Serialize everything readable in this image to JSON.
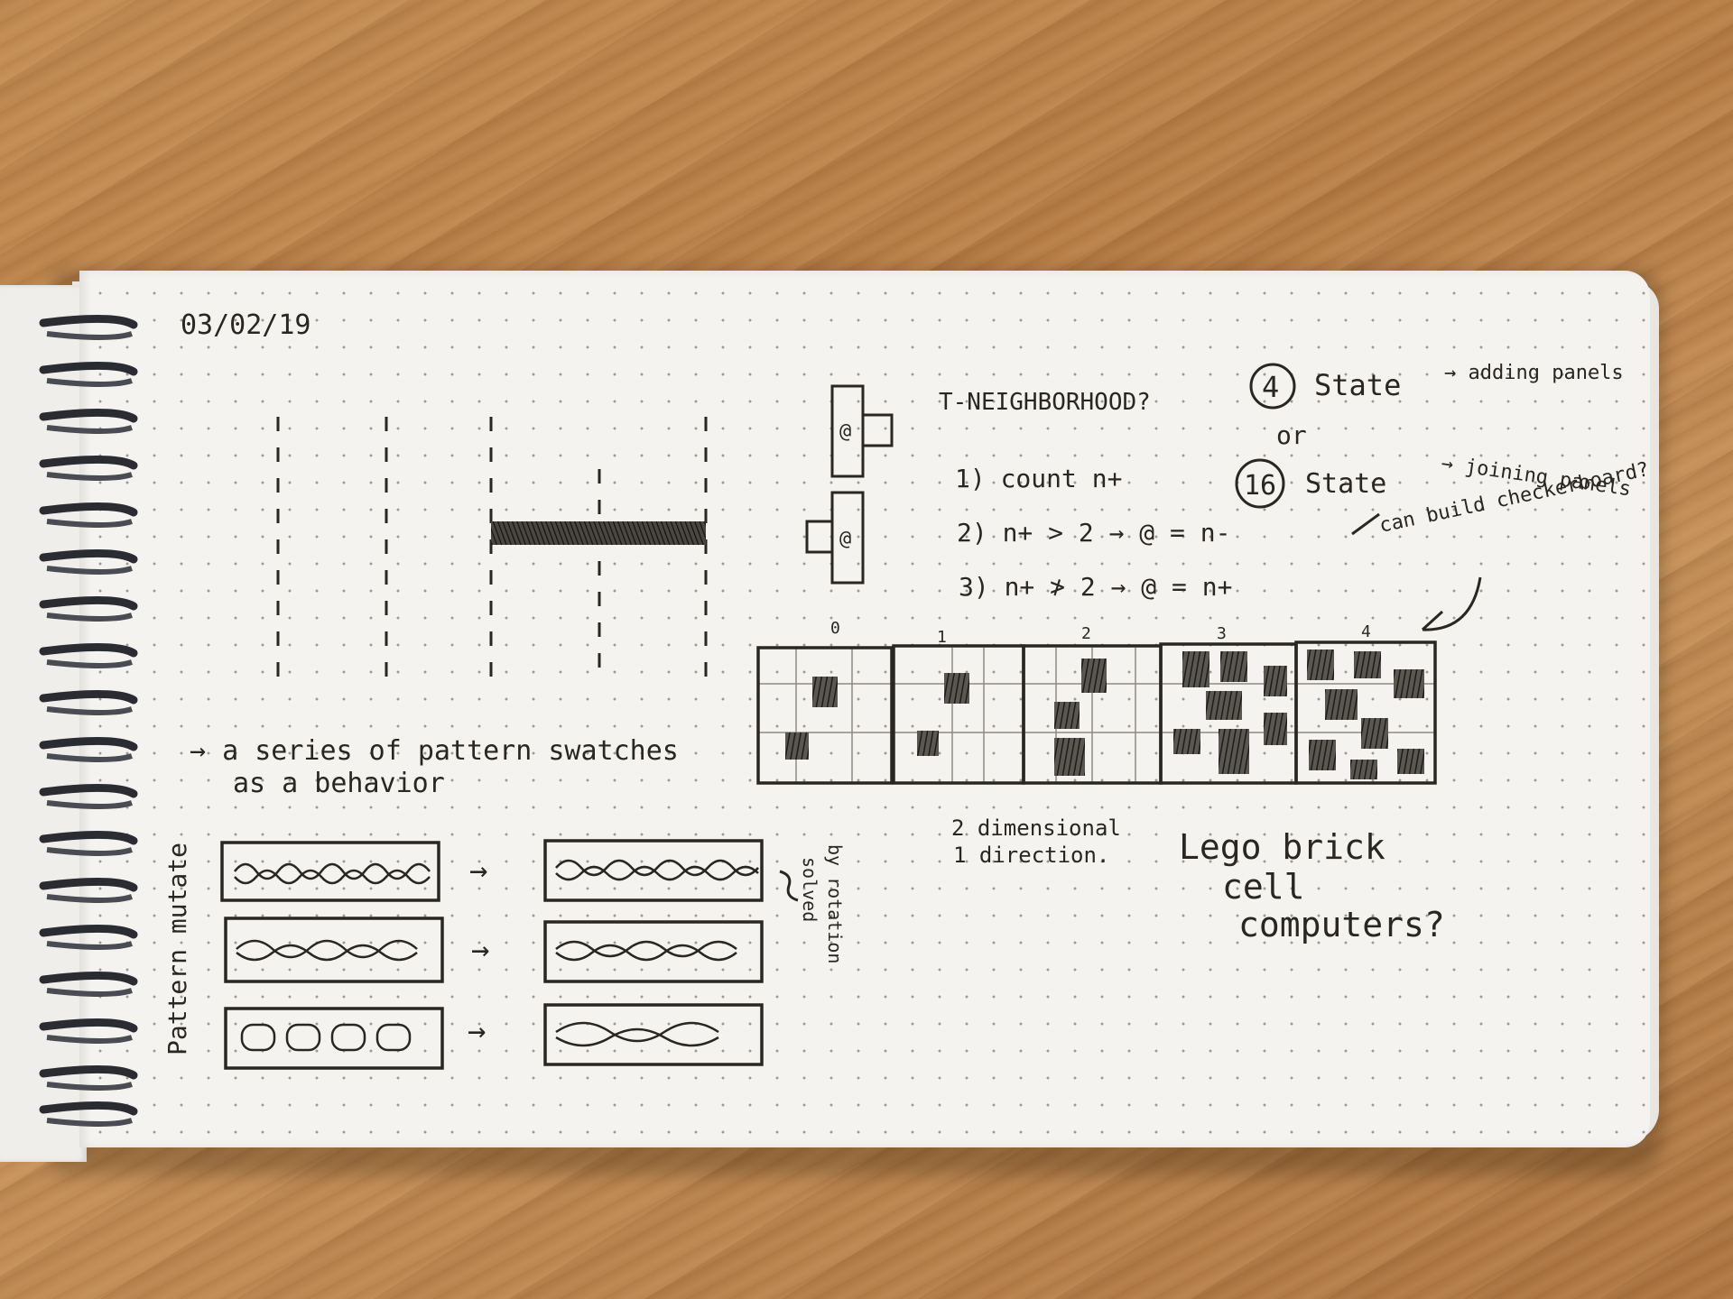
{
  "notebook": {
    "date": "03/02/19",
    "heading": "T-NEIGHBORHOOD?",
    "rules": [
      "1) count n+",
      "2) n+ > 2   → @ = n-",
      "3) n+ ≯ 2   → @ = n+"
    ],
    "states_a": {
      "number": "4",
      "label": "State",
      "note": "→ adding panels"
    },
    "or_label": "or",
    "states_b": {
      "number": "16",
      "label": "State",
      "note": "→ joining panels"
    },
    "can_build": "can build checkerboard?",
    "cell_grid_labels": [
      "0",
      "1",
      "2",
      "3",
      "4"
    ],
    "series_caption_line1": "→ a series of pattern swatches",
    "series_caption_line2": "as a behavior",
    "dimension_note_line1": "2 dimensional",
    "dimension_note_line2": "1 direction.",
    "lego_line1": "Lego brick",
    "lego_line2": "cell",
    "lego_line3": "computers?",
    "side_label": "Pattern mutate",
    "solved_note_line1": "solved",
    "solved_note_line2": "by rotation",
    "arrow": "→"
  },
  "colors": {
    "ink": "#2a2622",
    "paper": "#f4f3ef",
    "wood": "#b47a44"
  }
}
